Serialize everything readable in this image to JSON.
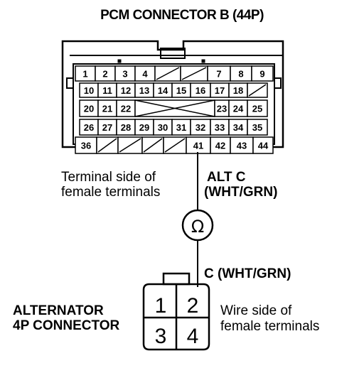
{
  "title": "PCM CONNECTOR B (44P)",
  "pcm_connector": {
    "rows": [
      [
        "1",
        "2",
        "3",
        "4",
        "",
        "",
        "7",
        "8",
        "9"
      ],
      [
        "10",
        "11",
        "12",
        "13",
        "14",
        "15",
        "16",
        "17",
        "18",
        ""
      ],
      [
        "20",
        "21",
        "22",
        "",
        "",
        "23",
        "24",
        "25"
      ],
      [
        "26",
        "27",
        "28",
        "29",
        "30",
        "31",
        "32",
        "33",
        "34",
        "35"
      ],
      [
        "36",
        "",
        "",
        "",
        "",
        "41",
        "42",
        "43",
        "44"
      ]
    ]
  },
  "labels": {
    "terminal_side_line1": "Terminal side of",
    "terminal_side_line2": "female terminals",
    "alt_c_line1": "ALT C",
    "alt_c_line2": "(WHT/GRN)",
    "c_wire": "C (WHT/GRN)",
    "alternator_line1": "ALTERNATOR",
    "alternator_line2": "4P CONNECTOR",
    "wire_side_line1": "Wire side of",
    "wire_side_line2": "female terminals"
  },
  "ohmmeter": {
    "symbol": "Ω"
  },
  "alternator_connector": {
    "pins": [
      "1",
      "2",
      "3",
      "4"
    ]
  }
}
